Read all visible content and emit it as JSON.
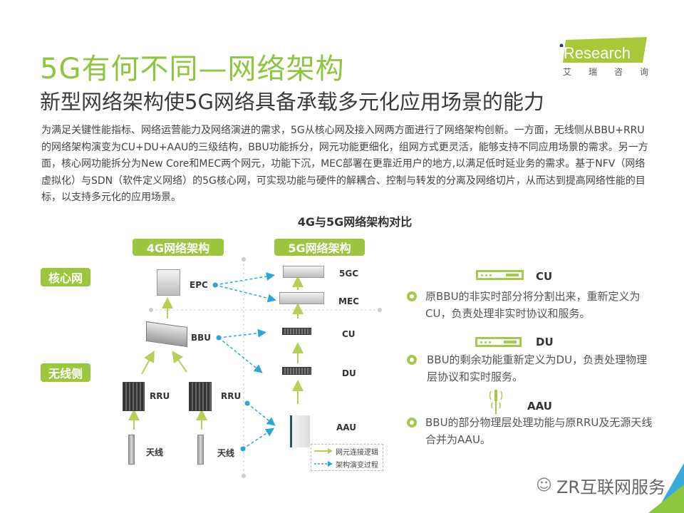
{
  "header": {
    "title": "5G有何不同—网络架构",
    "subtitle": "新型网络架构使5G网络具备承载多元化应用场景的能力",
    "logo": "iResearch",
    "logo_cn": [
      "艾",
      "瑞",
      "咨",
      "询"
    ]
  },
  "intro": "为满足关键性能指标、网络运营能力及网络演进的需求，5G从核心网及接入网两方面进行了网络架构创新。一方面，无线侧从BBU+RRU的网络架构演变为CU+DU+AAU的三级结构，BBU功能拆分，网元功能更细化，组网方式更灵活，能够支持不同应用场景的需求。另一方面，核心网功能拆分为New Core和MEC两个网元，功能下沉，MEC部署在更靠近用户的地方,以满足低时延业务的需求。基于NFV（网络虚拟化）与SDN（软件定义网络）的5G核心网，可实现功能与硬件的解耦合、控制与转发的分离及网络切片，从而达到提高网络性能的目标，以支持多元化的应用场景。",
  "diagram": {
    "title": "4G与5G网络架构对比",
    "col_4g": "4G网络架构",
    "col_5g": "5G网络架构",
    "row_core": "核心网",
    "row_radio": "无线侧",
    "nodes_4g": {
      "epc": "EPC",
      "bbu": "BBU",
      "rru1": "RRU",
      "rru2": "RRU",
      "ant1": "天线",
      "ant2": "天线"
    },
    "nodes_5g": {
      "5gc": "5GC",
      "mec": "MEC",
      "cu": "CU",
      "du": "DU",
      "aau": "AAU"
    },
    "legend": {
      "solid": "网元连接逻辑",
      "dashed": "架构演变过程"
    },
    "colors": {
      "green": "#9bc73f",
      "blue": "#29a8d8"
    }
  },
  "explain": [
    {
      "name": "CU",
      "text": "原BBU的非实时部分将分割出来，重新定义为CU，负责处理非实时协议和服务。",
      "icon": "server-icon"
    },
    {
      "name": "DU",
      "text": "BBU的剩余功能重新定义为DU，负责处理物理层协议和实时服务。",
      "icon": "server-icon"
    },
    {
      "name": "AAU",
      "text": "BBU的部分物理层处理功能与原RRU及无源天线合并为AAU。",
      "icon": "antenna-icon"
    }
  ],
  "watermark": "ZR互联网服务"
}
